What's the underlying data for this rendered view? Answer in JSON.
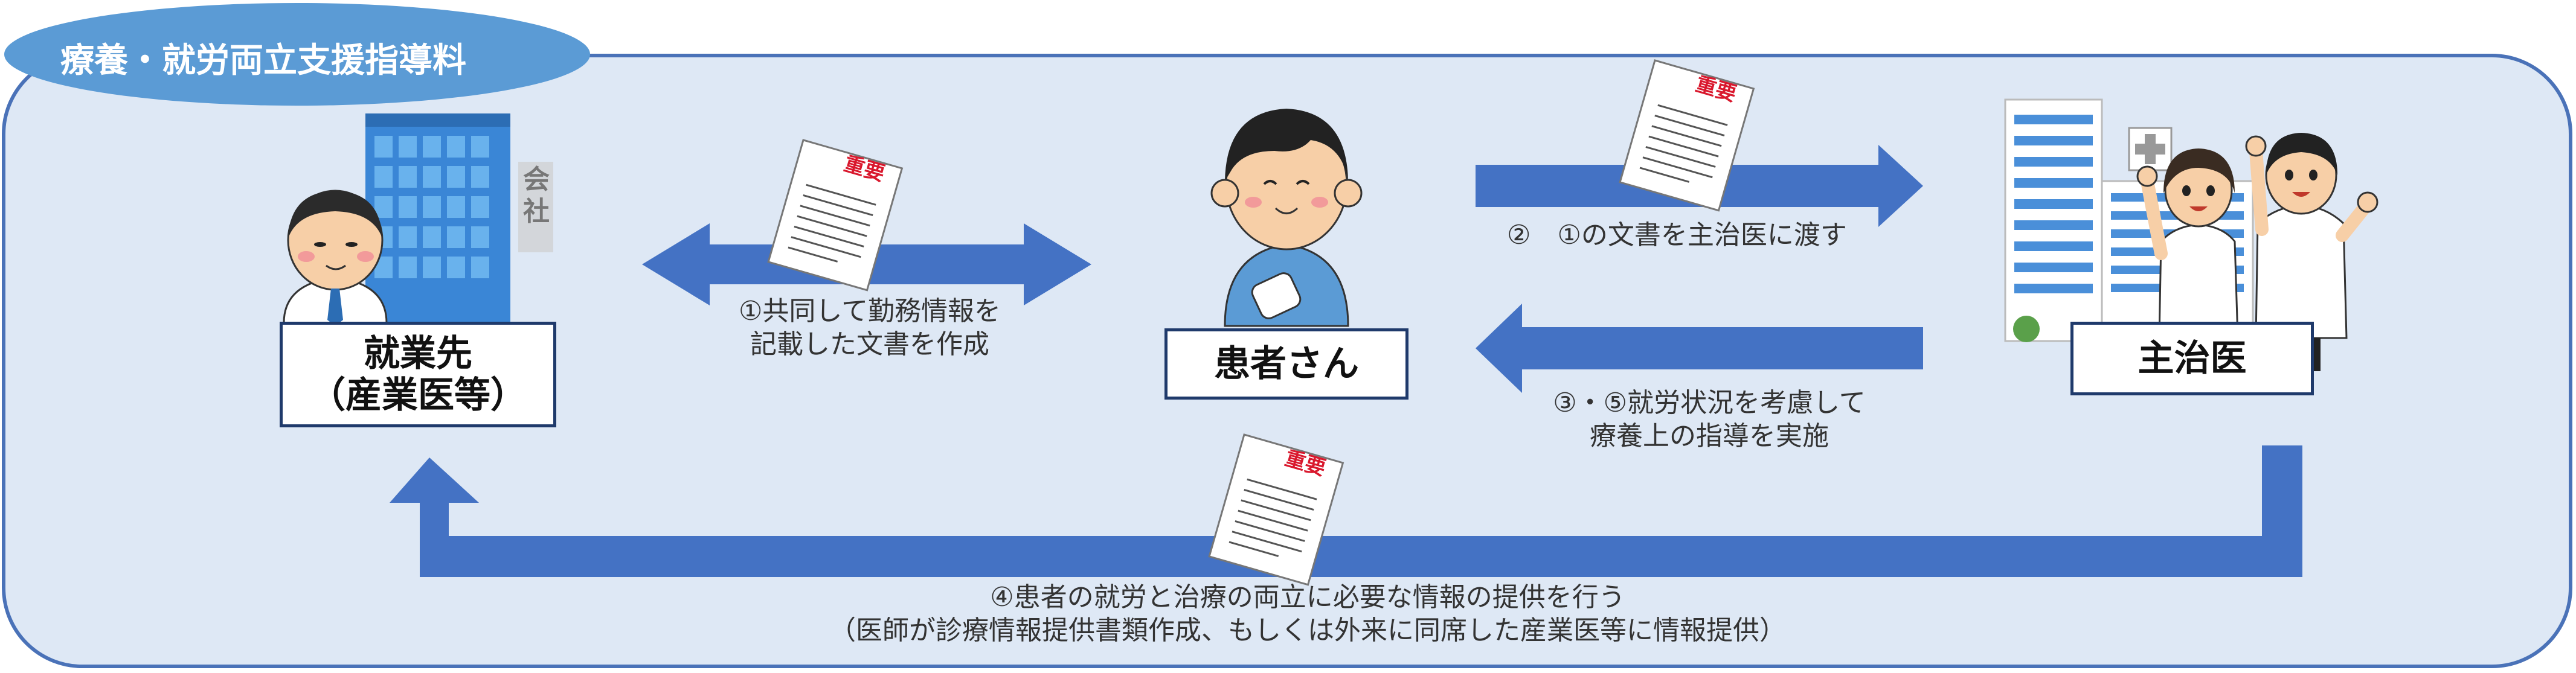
{
  "colors": {
    "panel_fill": "#dee8f5",
    "panel_border": "#4a72b8",
    "arrow": "#4472c4",
    "title_ellipse": "#5b9bd5",
    "important_stamp": "#d9182d"
  },
  "title": "療養・就労両立支援指導料",
  "nodes": {
    "employer": {
      "line1": "就業先",
      "line2": "（産業医等）"
    },
    "patient": {
      "label": "患者さん"
    },
    "doctor": {
      "label": "主治医"
    }
  },
  "company_sign": [
    "会",
    "社"
  ],
  "document_stamp": "重要",
  "steps": {
    "step1": {
      "line1": "①共同して勤務情報を",
      "line2": "記載した文書を作成"
    },
    "step2": {
      "text": "②　①の文書を主治医に渡す"
    },
    "step35": {
      "line1": "③・⑤就労状況を考慮して",
      "line2": "療養上の指導を実施"
    },
    "step4": {
      "line1": "④患者の就労と治療の両立に必要な情報の提供を行う",
      "line2": "（医師が診療情報提供書類作成、もしくは外来に同席した産業医等に情報提供）"
    }
  },
  "icons": [
    "building-icon",
    "employer-person-icon",
    "patient-person-icon",
    "hospital-icon",
    "doctor-female-icon",
    "doctor-male-icon",
    "document-icon"
  ]
}
